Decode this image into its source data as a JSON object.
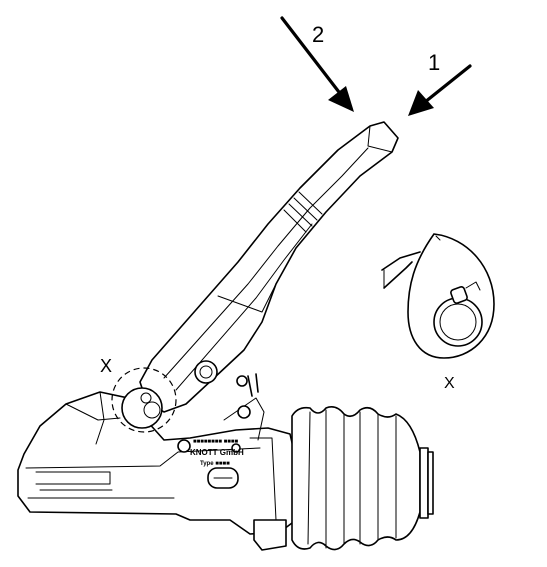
{
  "labels": {
    "arrow_1": "1",
    "arrow_2": "2",
    "detail_marker": "X",
    "detail_caption": "X"
  },
  "plate": {
    "line1": "■■■■■■■■ ■■■■",
    "line2": "KNOTT GmbH",
    "line3": "Type ■■■■"
  },
  "colors": {
    "line": "#000000",
    "background": "#ffffff"
  }
}
